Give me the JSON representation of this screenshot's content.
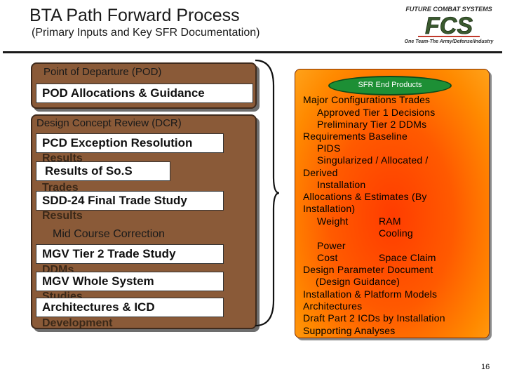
{
  "header": {
    "title": "BTA Path Forward Process",
    "subtitle": "(Primary Inputs and Key SFR Documentation)"
  },
  "logo": {
    "tagline_top": "FUTURE COMBAT SYSTEMS",
    "mark": "FCS",
    "tagline_bottom": "One Team-The Army/Defense/Industry"
  },
  "left": {
    "pod_label": "Point of Departure (POD)",
    "pod_item": "POD Allocations & Guidance",
    "dcr_label": "Design Concept Review (DCR)",
    "items": [
      "PCD Exception Resolution",
      "Results of So.S",
      "SDD-24 Final Trade Study",
      "MGV Tier 2 Trade Study",
      "MGV Whole System",
      "Architectures & ICD"
    ],
    "ghosts": [
      "Results",
      "Trades",
      "Results",
      "DDMs",
      "Studies",
      "Development"
    ],
    "mid_label": "Mid  Course Correction"
  },
  "right": {
    "badge": "SFR End Products",
    "lines": [
      "Major Configurations Trades",
      "Approved Tier 1 Decisions",
      "Preliminary Tier 2 DDMs",
      "Requirements Baseline",
      "PIDS",
      "Singularized / Allocated /",
      "Derived",
      "Installation",
      "Allocations &  Estimates (By",
      "Installation)",
      "Weight",
      "RAM",
      "Cooling",
      "Power",
      "Cost",
      "Space Claim",
      "Design  Parameter Document",
      "(Design Guidance)",
      "Installation & Platform Models",
      "Architectures",
      "Draft Part 2 ICDs by Installation",
      "Supporting Analyses"
    ]
  },
  "page_number": "16",
  "colors": {
    "panel": "#8a5a38",
    "right_box": "#ff5a00",
    "badge": "#1d8f35"
  }
}
